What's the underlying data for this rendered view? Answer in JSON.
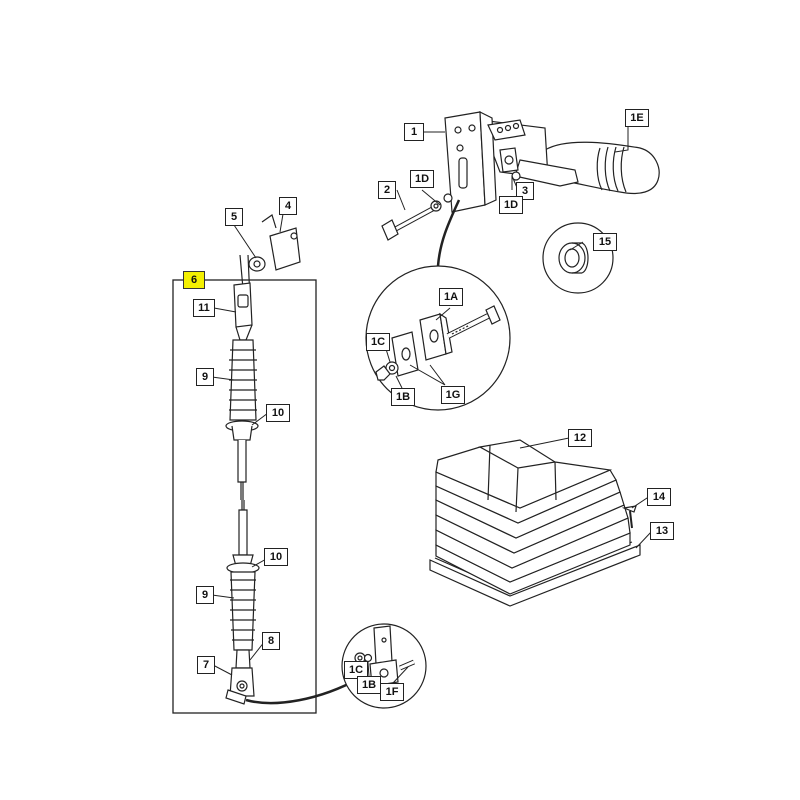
{
  "highlight_color": "#f4f000",
  "callouts": {
    "c1": "1",
    "c1E": "1E",
    "c1D_a": "1D",
    "c1D_b": "1D",
    "c2": "2",
    "c3": "3",
    "c4": "4",
    "c5": "5",
    "c6": "6",
    "c11": "11",
    "c9_a": "9",
    "c10_a": "10",
    "c10_b": "10",
    "c9_b": "9",
    "c8": "8",
    "c7": "7",
    "c15": "15",
    "c1A": "1A",
    "c1C_a": "1C",
    "c1B_a": "1B",
    "c1G": "1G",
    "c12": "12",
    "c14": "14",
    "c13": "13",
    "c1C_b": "1C",
    "c1B_b": "1B",
    "c1F": "1F"
  }
}
